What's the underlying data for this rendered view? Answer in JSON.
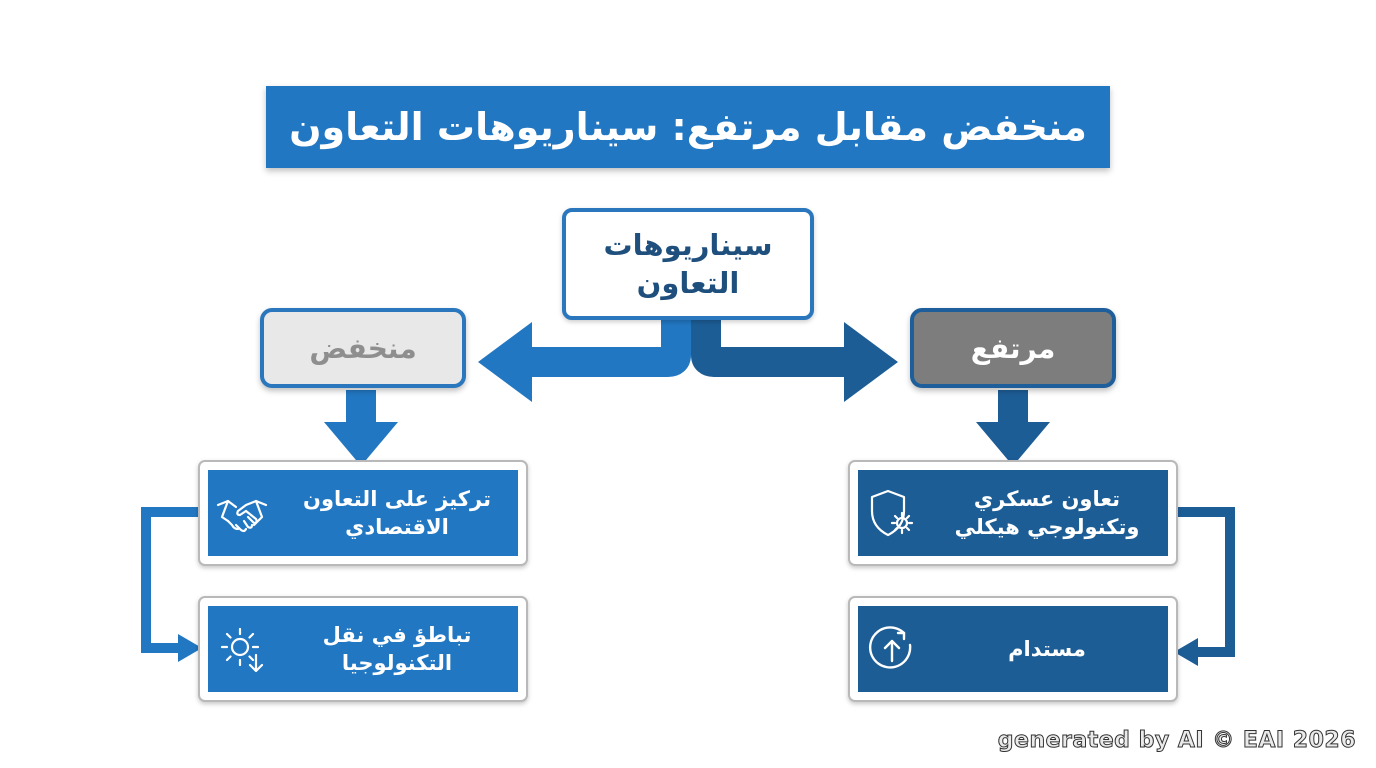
{
  "title": "منخفض مقابل مرتفع: سيناريوهات التعاون",
  "root": {
    "line1": "سيناريوهات",
    "line2": "التعاون"
  },
  "low": {
    "label": "منخفض",
    "items": [
      {
        "line1": "تركيز على التعاون",
        "line2": "الاقتصادي",
        "icon": "handshake-icon"
      },
      {
        "line1": "تباطؤ في نقل التكنولوجيا",
        "line2": "",
        "icon": "gear-arrow-icon"
      }
    ]
  },
  "high": {
    "label": "مرتفع",
    "items": [
      {
        "line1": "تعاون عسكري",
        "line2": "وتكنولوجي هيكلي",
        "icon": "shield-gear-icon"
      },
      {
        "line1": "مستدام",
        "line2": "",
        "icon": "circle-up-arrow-icon"
      }
    ]
  },
  "watermark": "generated by AI © EAI 2026",
  "colors": {
    "blue": "#2277c2",
    "navy": "#1d5d96",
    "grey": "#7d7d7d",
    "light_grey": "#e8e8e8"
  }
}
